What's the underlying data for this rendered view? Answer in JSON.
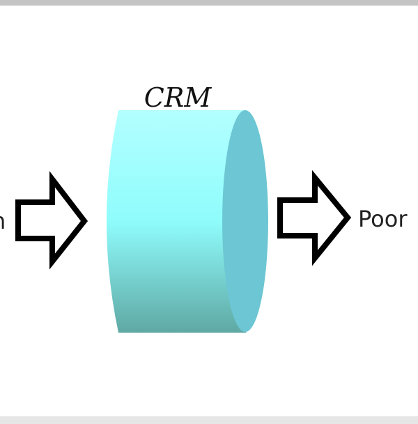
{
  "diagram": {
    "title": "CRM",
    "left_label": "n",
    "right_label": "Poor"
  },
  "colors": {
    "cylinder_top": "#b3ffff",
    "cylinder_mid": "#8ffcfc",
    "cylinder_bottom": "#5fa8a4",
    "cylinder_face": "#6cc6d3",
    "arrow_stroke": "#000000",
    "top_bar": "#c4c4c4",
    "bottom_bar": "#e6e6e6"
  }
}
